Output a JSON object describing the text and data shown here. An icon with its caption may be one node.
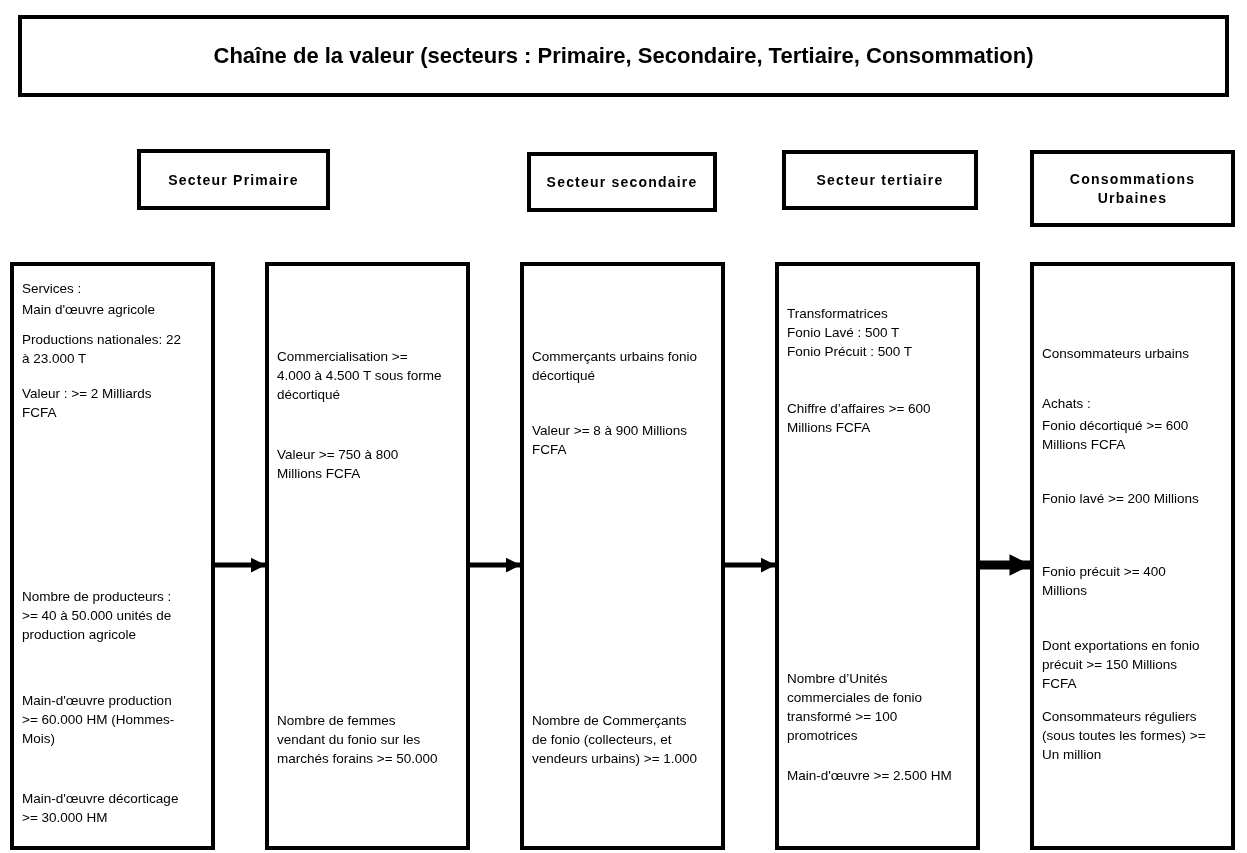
{
  "diagram": {
    "nodes": [
      {
        "text": [
          "Chaîne de la valeur (secteurs : Primaire, Secondaire, Tertiaire, Consommation)"
        ]
      },
      {
        "text": [
          "Secteur Primaire"
        ]
      },
      {
        "text": [
          "Secteur secondaire"
        ]
      },
      {
        "text": [
          "Secteur tertiaire"
        ]
      },
      {
        "text": [
          "Consommations Urbaines"
        ]
      },
      {
        "text": [
          "Services :",
          "Main d'œuvre agricole",
          "Productions nationales: 22 à 23.000 T",
          "Valeur : >= 2 Milliards FCFA",
          "Nombre de producteurs : >= 40 à 50.000 unités de production agricole",
          "Main-d'œuvre production >= 60.000 HM (Hommes-Mois)",
          "Main-d'œuvre décorticage >= 30.000 HM"
        ]
      },
      {
        "text": [
          "Commercialisation >= 4.000 à 4.500 T sous forme décortiqué",
          "Valeur >= 750 à 800 Millions FCFA",
          "Nombre de femmes vendant du fonio sur les marchés forains >= 50.000"
        ]
      },
      {
        "text": [
          "Commerçants urbains fonio décortiqué",
          "Valeur >= 8 à 900 Millions FCFA",
          "Nombre de Commerçants de fonio (collecteurs, et vendeurs urbains) >= 1.000"
        ]
      },
      {
        "text": [
          "Transformatrices",
          "Fonio Lavé : 500 T",
          "Fonio Précuit : 500 T",
          "Chiffre d’affaires >= 600 Millions FCFA",
          "Nombre d’Unités commerciales de fonio transformé >= 100 promotrices",
          "Main-d'œuvre >= 2.500 HM"
        ]
      },
      {
        "text": [
          "Consommateurs urbains",
          "Achats :",
          "Fonio décortiqué >= 600 Millions FCFA",
          "Fonio lavé >= 200 Millions",
          "Fonio précuit >= 400 Millions",
          "Dont exportations en fonio précuit >= 150 Millions FCFA",
          "Consommateurs réguliers (sous toutes les formes) >= Un million"
        ]
      }
    ],
    "edges": [
      {
        "from": 5,
        "to": 6,
        "arrow": "to"
      },
      {
        "from": 6,
        "to": 7,
        "arrow": "to"
      },
      {
        "from": 7,
        "to": 8,
        "arrow": "to"
      },
      {
        "from": 8,
        "to": 9,
        "arrow": "to",
        "style": "thick"
      }
    ]
  }
}
